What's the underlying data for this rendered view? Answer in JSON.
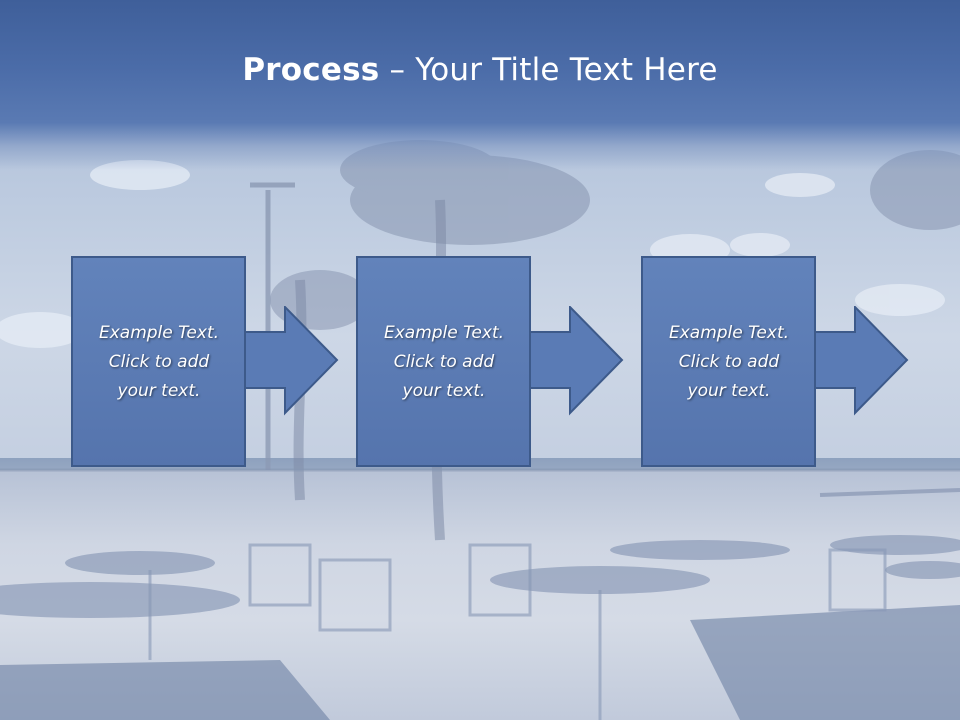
{
  "slide": {
    "title_bold": "Process",
    "title_rest": " – Your Title Text Here",
    "colors": {
      "title_band": "#4b6ca8",
      "box_fill": "#5a7bb5",
      "box_border": "#3d5a8a",
      "text": "#ffffff"
    }
  },
  "steps": [
    {
      "text": "Example Text.\nClick  to add\nyour text."
    },
    {
      "text": "Example Text.\nClick  to add\nyour text."
    },
    {
      "text": "Example Text.\nClick  to add\nyour text."
    }
  ]
}
